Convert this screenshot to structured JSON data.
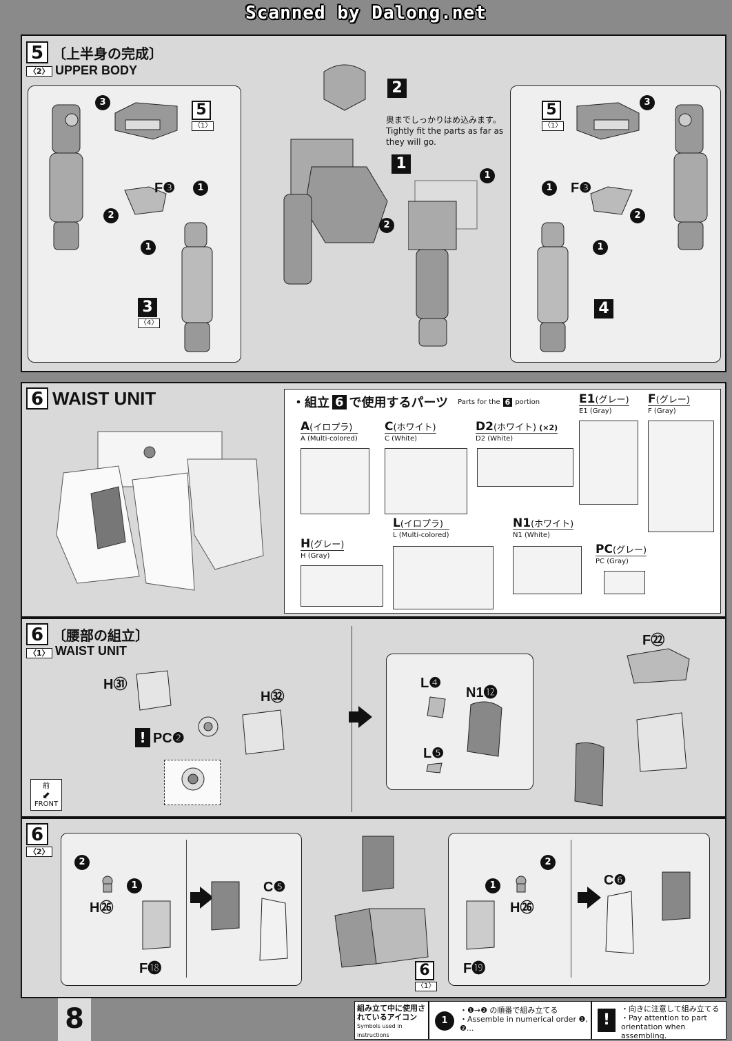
{
  "scan_header": "Scanned by Dalong.net",
  "step5": {
    "num": "5",
    "jp_title": "〔上半身の完成〕",
    "sub": "〈2〉",
    "en_title": "UPPER BODY",
    "note_jp": "奥までしっかりはめ込みます。",
    "note_en": "Tightly fit the parts as far as they will go.",
    "left": {
      "ref_num": "5",
      "ref_sub": "〈1〉",
      "part_label": "F❸",
      "arm_num": "3",
      "arm_sub": "〈4〉"
    },
    "right": {
      "ref_num": "5",
      "ref_sub": "〈1〉",
      "part_label": "F❸",
      "arm_num": "4"
    },
    "center": {
      "head_num": "2",
      "torso_num": "1"
    }
  },
  "step6_parts": {
    "num": "6",
    "title": "WAIST UNIT",
    "heading_prefix": "・組立",
    "heading_suffix": "で使用するパーツ",
    "heading_en_prefix": "Parts for the",
    "heading_en_suffix": "portion",
    "sprues": [
      {
        "id": "A",
        "jp": "(イロプラ)",
        "en": "A (Multi-colored)"
      },
      {
        "id": "C",
        "jp": "(ホワイト)",
        "en": "C (White)"
      },
      {
        "id": "D2",
        "jp": "(ホワイト)",
        "en": "D2 (White)",
        "extra": "(×2)"
      },
      {
        "id": "E1",
        "jp": "(グレー)",
        "en": "E1 (Gray)"
      },
      {
        "id": "F",
        "jp": "(グレー)",
        "en": "F (Gray)"
      },
      {
        "id": "H",
        "jp": "(グレー)",
        "en": "H (Gray)"
      },
      {
        "id": "L",
        "jp": "(イロプラ)",
        "en": "L (Multi-colored)"
      },
      {
        "id": "N1",
        "jp": "(ホワイト)",
        "en": "N1 (White)"
      },
      {
        "id": "PC",
        "jp": "(グレー)",
        "en": "PC (Gray)"
      }
    ]
  },
  "step6_1": {
    "num": "6",
    "jp_title": "〔腰部の組立〕",
    "sub": "〈1〉",
    "en_title": "WAIST UNIT",
    "labels": {
      "h31": "H㉛",
      "h32": "H㉜",
      "pc2": "PC❷",
      "l4": "L❹",
      "n112": "N1⓬",
      "l5": "L❺",
      "f22": "F㉒"
    },
    "front_jp": "前",
    "front_en": "FRONT"
  },
  "step6_2": {
    "num": "6",
    "sub": "〈2〉",
    "labels": {
      "h26_left": "H㉖",
      "c5": "C❺",
      "f18": "F⓲",
      "h26_right": "H㉖",
      "c6": "C❻",
      "f19": "F⓳"
    },
    "ref_num": "6",
    "ref_sub": "〈1〉"
  },
  "page_number": "8",
  "legend": {
    "title_jp": "組み立て中に使用されているアイコン",
    "title_en": "Symbols used in instructions",
    "item1_jp": "・❶→❷ の順番で組み立てる",
    "item1_en": "・Assemble in numerical order ❶, ❷...",
    "item2_jp": "・向きに注意して組み立てる",
    "item2_en": "・Pay attention to part orientation when assembling."
  }
}
